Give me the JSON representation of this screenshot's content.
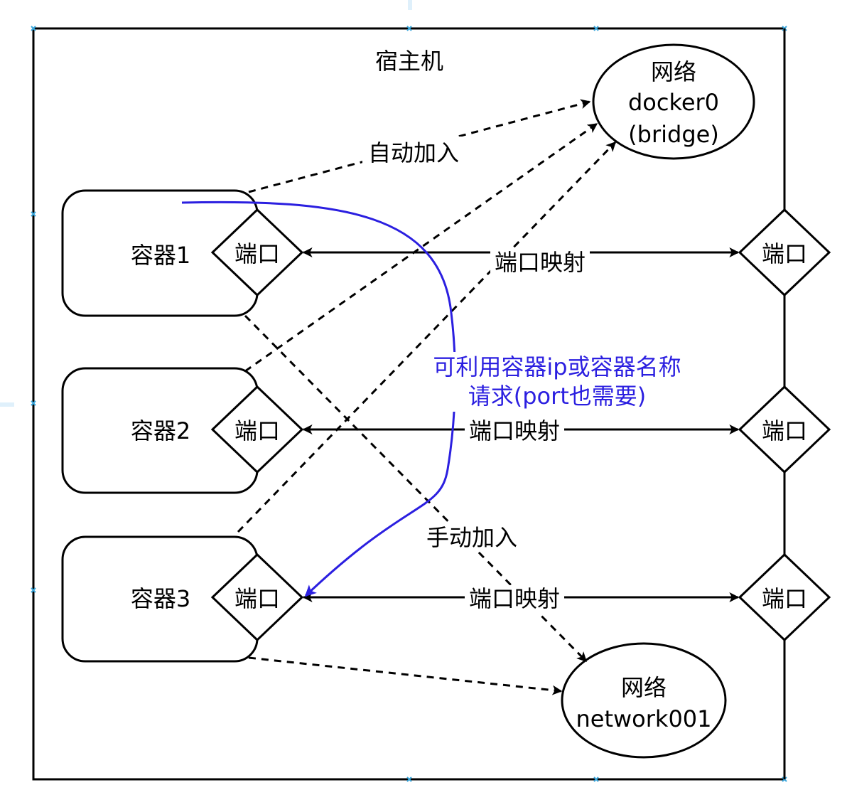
{
  "host": {
    "title": "宿主机"
  },
  "networks": [
    {
      "id": "docker0",
      "lines": [
        "网络",
        "docker0",
        "(bridge)"
      ]
    },
    {
      "id": "network001",
      "lines": [
        "网络",
        "network001"
      ]
    }
  ],
  "containers": [
    {
      "name": "容器1",
      "port_label": "端口",
      "host_port_label": "端口",
      "mapping_label": "端口映射"
    },
    {
      "name": "容器2",
      "port_label": "端口",
      "host_port_label": "端口",
      "mapping_label": "端口映射"
    },
    {
      "name": "容器3",
      "port_label": "端口",
      "host_port_label": "端口",
      "mapping_label": "端口映射"
    }
  ],
  "edges": {
    "auto_join_label": "自动加入",
    "manual_join_label": "手动加入"
  },
  "annotation": {
    "lines": [
      "可利用容器ip或容器名称",
      "请求(port也需要)"
    ],
    "color": "#2b1fe0"
  }
}
